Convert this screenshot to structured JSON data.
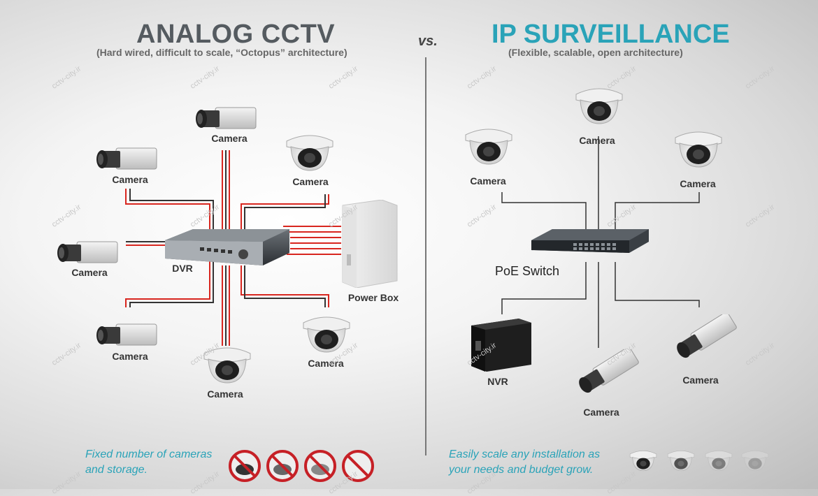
{
  "analog": {
    "title": "ANALOG CCTV",
    "subtitle": "(Hard wired, difficult to scale, “Octopus” architecture)",
    "camera_label": "Camera",
    "dvr_label": "DVR",
    "power_box_label": "Power Box",
    "tagline_line1": "Fixed number of cameras",
    "tagline_line2": "and storage."
  },
  "vs": "vs.",
  "ip": {
    "title": "IP SURVEILLANCE",
    "subtitle": "(Flexible, scalable, open architecture)",
    "camera_label": "Camera",
    "switch_label": "PoE Switch",
    "nvr_label": "NVR",
    "tagline_line1": "Easily scale any installation as",
    "tagline_line2": "your needs and budget grow."
  },
  "watermark": "cctv-city.ir",
  "colors": {
    "wire_red": "#d8261f",
    "ip_accent": "#2aa3b8",
    "title_gray": "#555b60",
    "no_sign": "#c62026"
  },
  "icons": {
    "box_camera": "box-camera-icon",
    "dome_camera": "dome-camera-icon",
    "dvr": "dvr-icon",
    "power_box": "power-box-icon",
    "poe_switch": "poe-switch-icon",
    "nvr": "nvr-icon",
    "no_sign": "prohibited-icon"
  }
}
